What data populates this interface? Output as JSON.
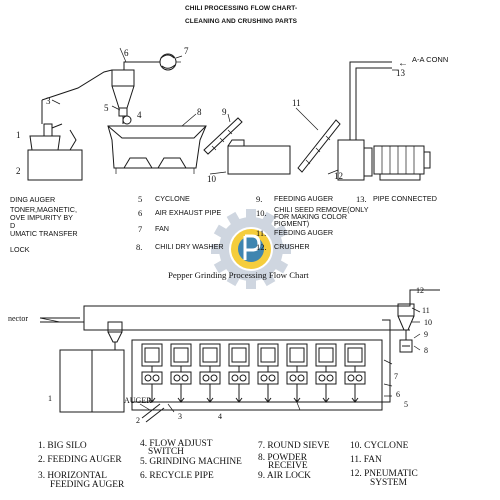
{
  "top": {
    "title_line1": "CHILI PROCESSING FLOW CHART-",
    "title_line2": "CLEANING AND CRUSHING PARTS",
    "connection_label": "A-A CONN",
    "numbers": [
      "1",
      "2",
      "3",
      "4",
      "5",
      "6",
      "7",
      "8",
      "9",
      "10",
      "11",
      "12",
      "13"
    ],
    "legend": {
      "col1": [
        "DING AUGER",
        "TONER,MAGNETIC,",
        "OVE IMPURITY BY",
        "D",
        "UMATIC TRANSFER",
        "LOCK"
      ],
      "col2_nums": [
        "5",
        "6",
        "7",
        "8."
      ],
      "col2_labels": [
        "CYCLONE",
        "AIR EXHAUST PIPE",
        "FAN",
        "CHILI DRY WASHER"
      ],
      "col3_nums": [
        "9.",
        "10.",
        "11.",
        "12."
      ],
      "col3_labels": [
        "FEEDING AUGER",
        "CHILI SEED REMOVE(ONLY",
        "FOR MAKING COLOR",
        "PIGMENT)",
        "FEEDING AUGER",
        "CRUSHER"
      ],
      "col4_num": "13.",
      "col4_label": "PIPE CONNECTED"
    }
  },
  "bottom": {
    "title": "Pepper Grinding Processing Flow Chart",
    "connector_label": "nector",
    "auger_label": "AUGER",
    "numbers": [
      "1",
      "2",
      "3",
      "4",
      "5",
      "6",
      "7",
      "8",
      "9",
      "10",
      "11",
      "12"
    ],
    "legend": {
      "col1": [
        "1. BIG SILO",
        "2. FEEDING AUGER",
        "3. HORIZONTAL",
        "FEEDING AUGER"
      ],
      "col2": [
        "4.  FLOW ADJUST",
        "SWITCH",
        "5. GRINDING MACHINE",
        "6. RECYCLE PIPE"
      ],
      "col3": [
        "7.  ROUND SIEVE",
        "8.  POWDER",
        "RECEIVE",
        "9.  AIR LOCK"
      ],
      "col4": [
        "10.  CYCLONE",
        "11.    FAN",
        "12.      PNEUMATIC",
        "SYSTEM"
      ]
    }
  },
  "watermark": {
    "name": "company-logo-gear",
    "colors": {
      "yellow": "#f3c41a",
      "blue": "#1f78c4",
      "grey": "#cfd6e0"
    }
  }
}
